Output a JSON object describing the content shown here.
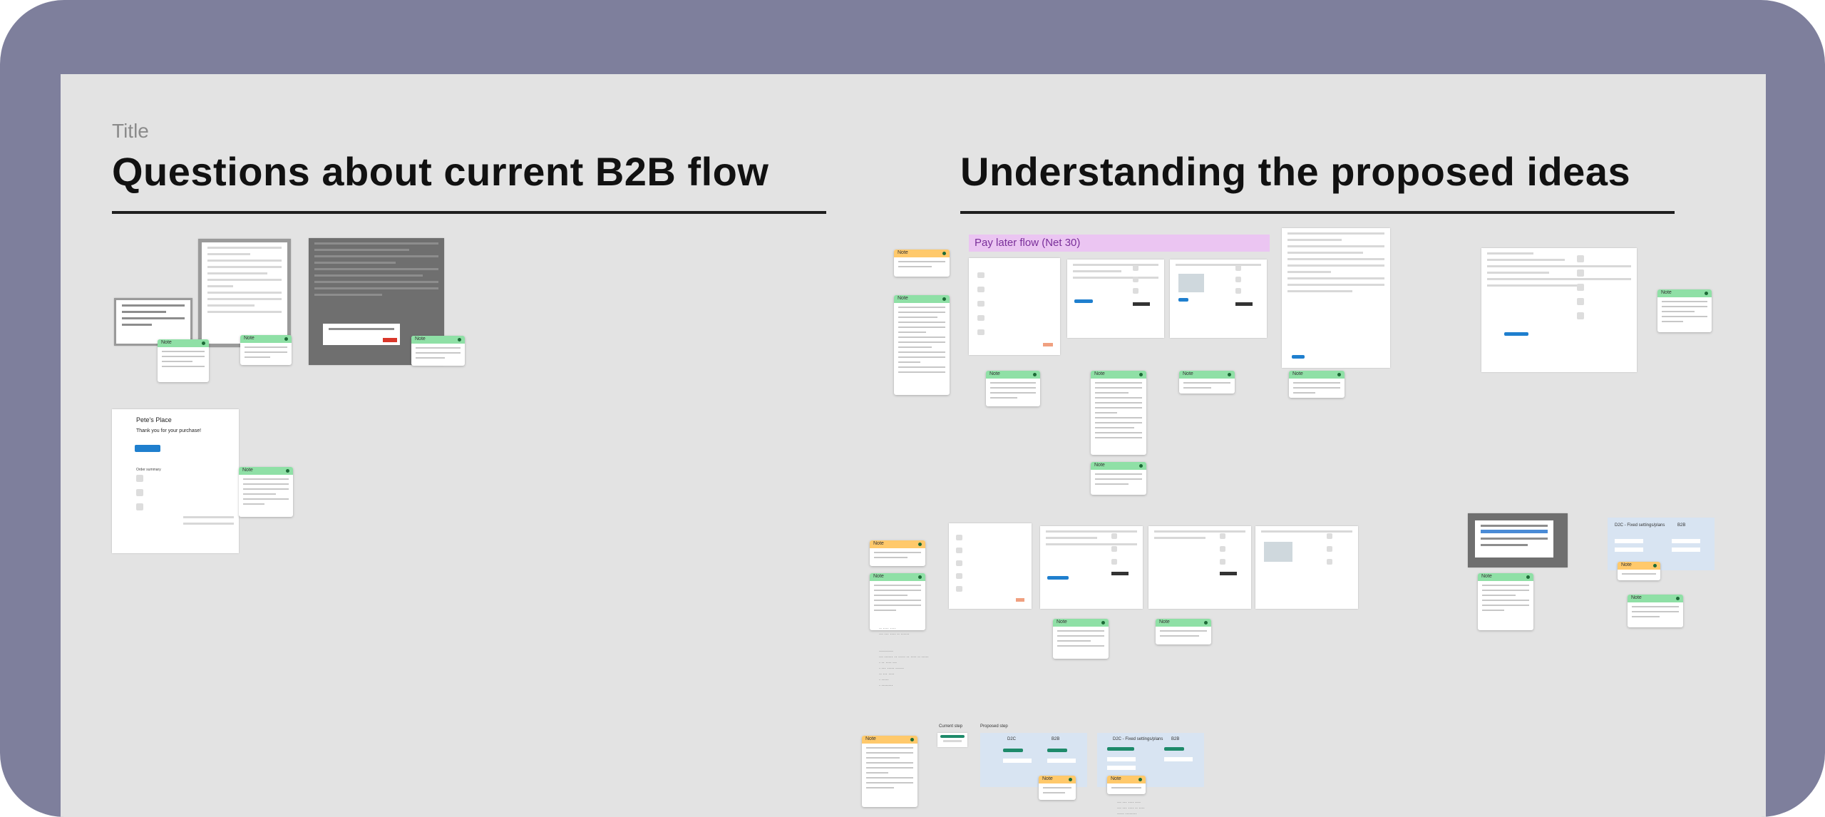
{
  "board": {
    "left_section": {
      "label": "Title",
      "heading": "Questions about current B2B flow"
    },
    "right_section": {
      "heading": "Understanding the proposed ideas"
    },
    "pay_later_label": "Pay later flow (Net 30)",
    "sticky_header": "Note",
    "thanks_card": {
      "shop_name": "Pete's Place",
      "message": "Thank you for your purchase!",
      "summary_label": "Order summary"
    },
    "small_labels": {
      "current_step": "Current step",
      "proposed_step": "Proposed step",
      "d2c": "D2C",
      "b2b": "B2B",
      "d2c_fixed": "D2C - Fixed settings/plans"
    }
  },
  "colors": {
    "outer_frame": "#7e7f9c",
    "canvas": "#e3e3e3",
    "note_green": "#8fe0a6",
    "note_yellow": "#ffc96b",
    "pay_later_bg": "#ebc5f2"
  }
}
